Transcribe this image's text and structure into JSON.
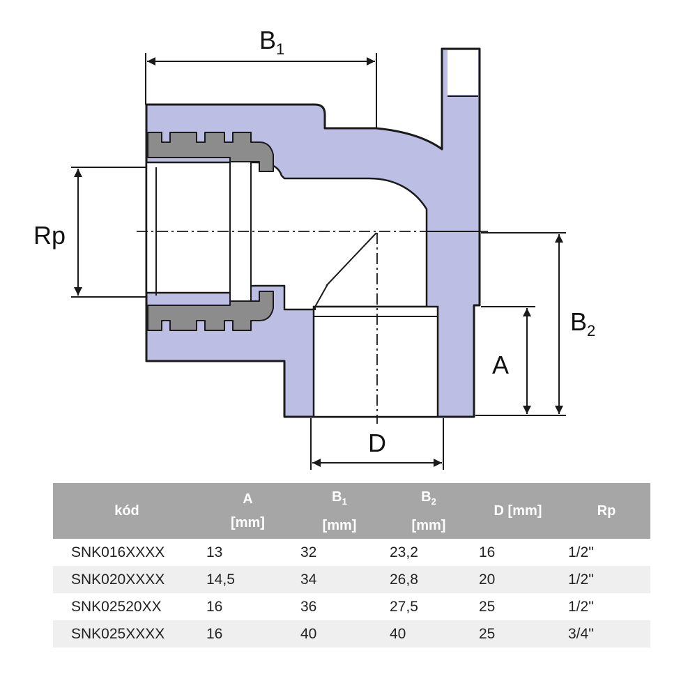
{
  "diagram": {
    "labels": {
      "b1_main": "B",
      "b1_sub": "1",
      "b2_main": "B",
      "b2_sub": "2",
      "rp": "Rp",
      "a": "A",
      "d": "D"
    },
    "colors": {
      "body_fill": "#bcbfe3",
      "thread_fill": "#8c8c8c",
      "outline": "#1a1a1a"
    }
  },
  "table": {
    "headers": [
      {
        "main": "kód",
        "sub": "",
        "unit": ""
      },
      {
        "main": "A",
        "sub": "",
        "unit": "[mm]"
      },
      {
        "main": "B",
        "sub": "1",
        "unit": "[mm]"
      },
      {
        "main": "B",
        "sub": "2",
        "unit": "[mm]"
      },
      {
        "main": "D [mm]",
        "sub": "",
        "unit": ""
      },
      {
        "main": "Rp",
        "sub": "",
        "unit": ""
      }
    ],
    "rows": [
      [
        "SNK016XXXX",
        "13",
        "32",
        "23,2",
        "16",
        "1/2\""
      ],
      [
        "SNK020XXXX",
        "14,5",
        "34",
        "26,8",
        "20",
        "1/2\""
      ],
      [
        "SNK02520XX",
        "16",
        "36",
        "27,5",
        "25",
        "1/2\""
      ],
      [
        "SNK025XXXX",
        "16",
        "40",
        "40",
        "25",
        "3/4\""
      ]
    ],
    "colors": {
      "header_bg": "#a6a6a6",
      "stripe_bg": "#efefef"
    }
  }
}
